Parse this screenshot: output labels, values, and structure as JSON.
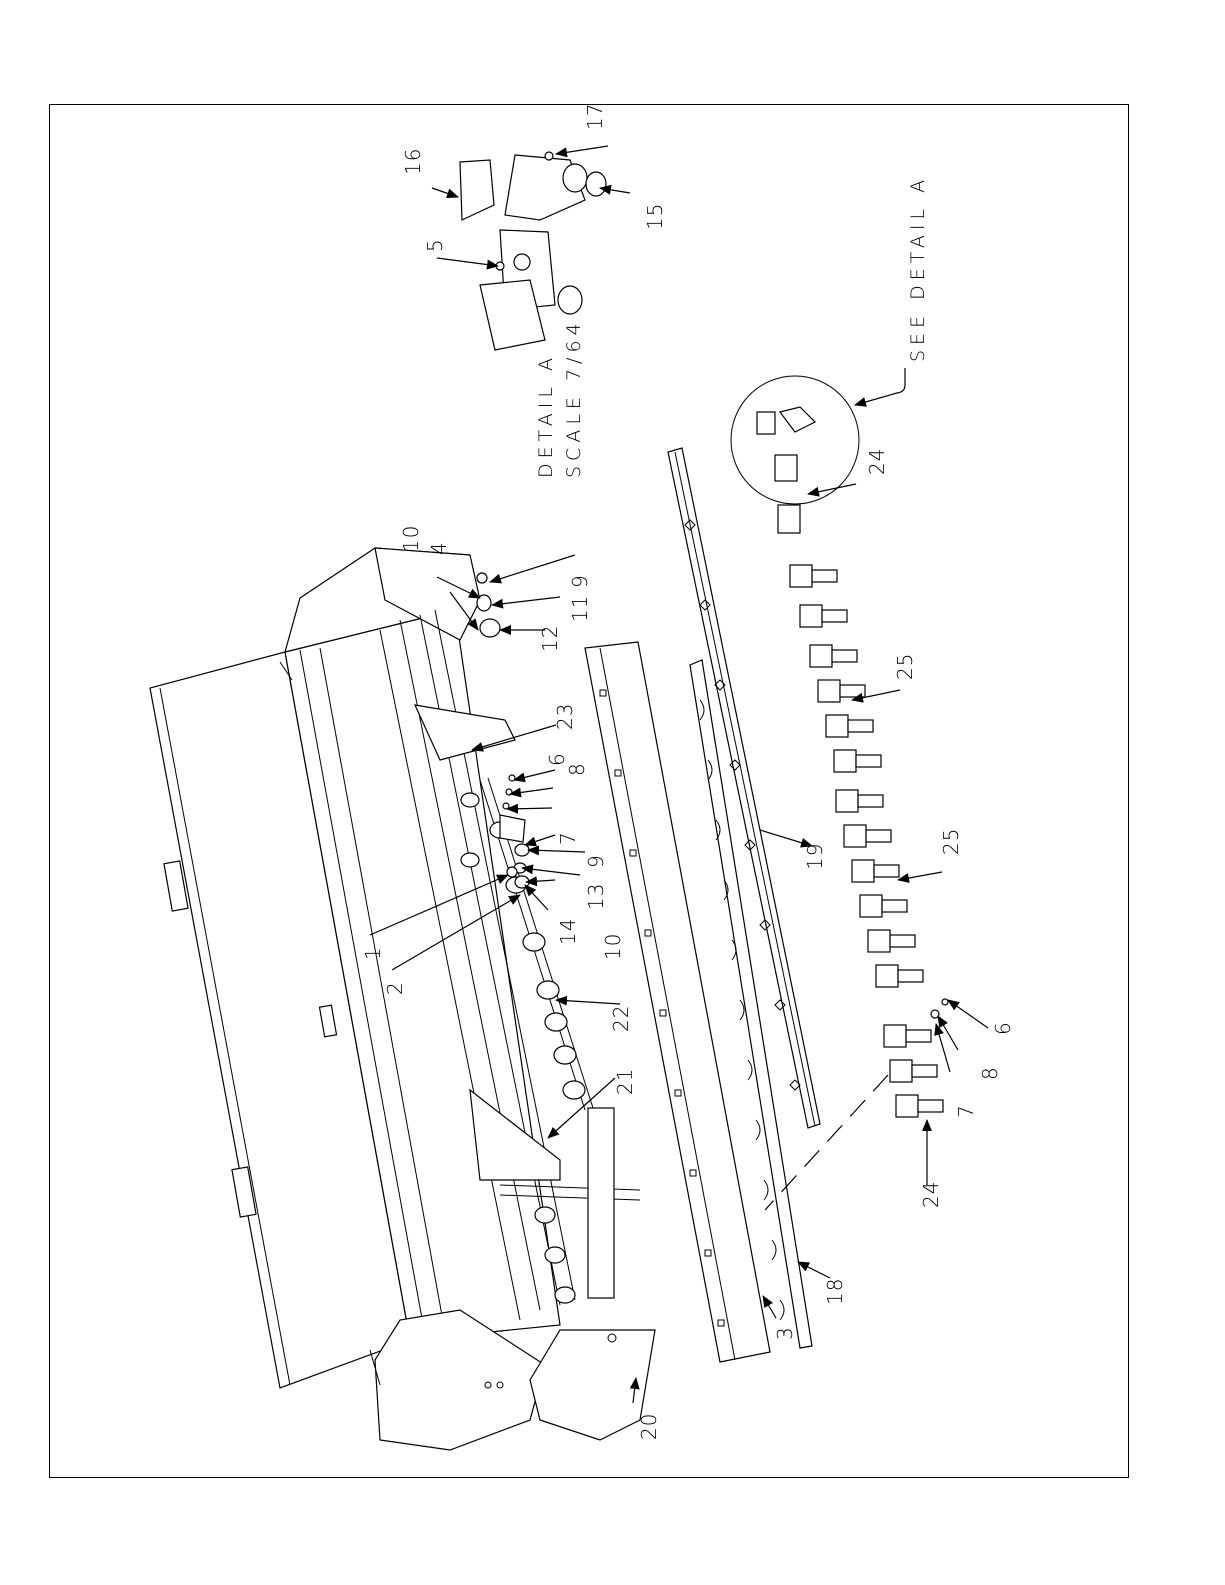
{
  "detail_note": {
    "line1": "DETAIL A",
    "line2": "SCALE 7/64"
  },
  "see_detail": "SEE DETAIL A",
  "callouts": {
    "c1": "1",
    "c2": "2",
    "c3": "3",
    "c4": "4",
    "c5": "5",
    "c6a": "6",
    "c6b": "6",
    "c7a": "7",
    "c7b": "7",
    "c8a": "8",
    "c8b": "8",
    "c9a": "9",
    "c9b": "9",
    "c10a": "10",
    "c10b": "10",
    "c11": "11",
    "c12": "12",
    "c13": "13",
    "c14": "14",
    "c15": "15",
    "c16": "16",
    "c17": "17",
    "c18": "18",
    "c19": "19",
    "c20": "20",
    "c21": "21",
    "c22": "22",
    "c23": "23",
    "c24a": "24",
    "c24b": "24",
    "c25a": "25",
    "c25b": "25"
  }
}
